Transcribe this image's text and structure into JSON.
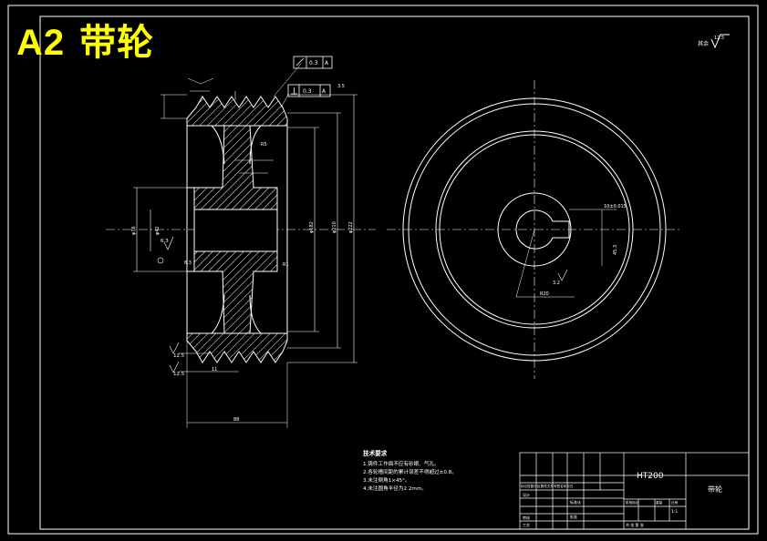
{
  "sheet": {
    "size_label": "A2",
    "part_title": "带轮",
    "roughness_note_text": "其余",
    "roughness_note_value": "12.5"
  },
  "section_view": {
    "dimension_texts": [
      "6.3",
      "12.5",
      "12.5",
      "6.3",
      "3.5",
      "11",
      "R5",
      "R1"
    ],
    "tolerance_frames": [
      {
        "symbol": "perpendicularity",
        "value": "0.3",
        "datum": "A"
      },
      {
        "symbol": "runout",
        "value": "0.3",
        "datum": "A"
      }
    ],
    "datum_label": "A"
  },
  "end_view": {
    "keyway_dimension": "10±0.015",
    "radius_dimension": "R20"
  },
  "tech_requirements": {
    "title": "技术要求",
    "items": [
      "1.铸件工作面不应有砂眼、气孔。",
      "2.各轮槽间距的累计误差不得超过±0.8。",
      "3.未注倒角1×45°。",
      "4.未注圆角半径为2.2mm。"
    ]
  },
  "title_block": {
    "material": "HT200",
    "part_name": "带轮",
    "scale_value": "1:1",
    "rows": [
      "标记处数分区更改文件号签名年月日",
      "设计",
      "审核",
      "工艺",
      "标准化",
      "批准"
    ],
    "header_cells": [
      "阶段标记",
      "重量",
      "比例"
    ],
    "footer_text": "共  张  第  张"
  }
}
